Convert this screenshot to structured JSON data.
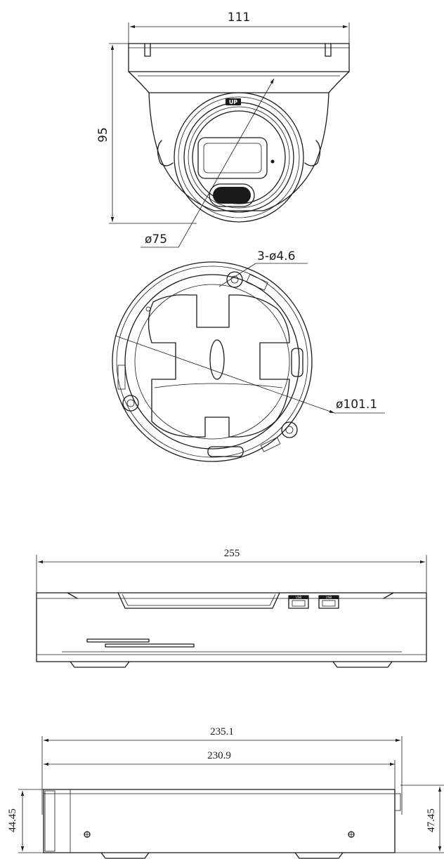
{
  "dome_camera": {
    "width_label": "111",
    "height_label": "95",
    "lens_diameter_label": "ø75",
    "up_mark": "UP"
  },
  "mount_base": {
    "holes_label": "3-ø4.6",
    "diameter_label": "ø101.1"
  },
  "recorder_front": {
    "width_label": "255",
    "port_labels": [
      "USB",
      "USB"
    ]
  },
  "recorder_side": {
    "outer_length_label": "235.1",
    "inner_length_label": "230.9",
    "left_height_label": "44.45",
    "right_height_label": "47.45"
  }
}
